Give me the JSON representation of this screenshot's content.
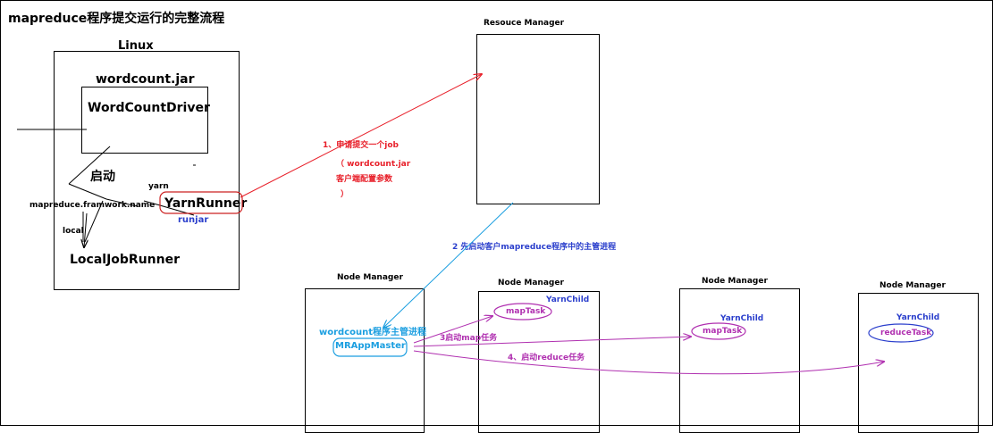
{
  "title": "mapreduce程序提交运行的完整流程",
  "linux": {
    "label": "Linux",
    "jar_label": "wordcount.jar",
    "driver_label": "WordCountDriver",
    "start_label": "启动",
    "yarn_label": "yarn",
    "config_label": "mapreduce.framwork.name",
    "yarn_runner": "YarnRunner",
    "runjar": "runjar",
    "local_label": "local",
    "local_runner": "LocalJobRunner"
  },
  "resource_manager": {
    "label": "Resouce Manager"
  },
  "step1": {
    "line1": "1、申请提交一个job",
    "line2": "（ wordcount.jar",
    "line3": "客户端配置参数",
    "line4": "）"
  },
  "step2": {
    "label": "2 先启动客户mapreduce程序中的主管进程"
  },
  "step3": {
    "label": "3启动map任务"
  },
  "step4": {
    "label": "4、启动reduce任务"
  },
  "node_managers": [
    {
      "label": "Node Manager",
      "master_caption": "wordcount程序主管进程",
      "master_label": "MRAppMaster"
    },
    {
      "label": "Node Manager",
      "child_label": "YarnChild",
      "task_label": "mapTask"
    },
    {
      "label": "Node Manager",
      "child_label": "YarnChild",
      "task_label": "mapTask"
    },
    {
      "label": "Node Manager",
      "child_label": "YarnChild",
      "task_label": "reduceTask"
    }
  ],
  "colors": {
    "step1": "#e8202a",
    "step2": "#1a9ee0",
    "task": "#b030b0",
    "label_blue": "#2b3fcc",
    "linux_runner_outline": "#cc2222"
  }
}
